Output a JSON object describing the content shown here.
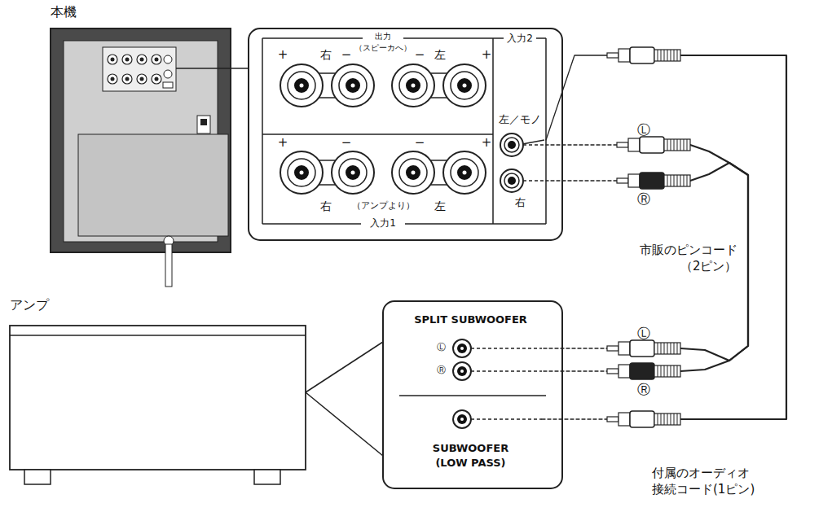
{
  "diagram": {
    "nodes": [
      {
        "text": [
          "本機"
        ]
      },
      {
        "text": [
          "出力 （スピーカへ）",
          "入力1"
        ]
      },
      {
        "text": [
          "入力2"
        ],
        "in": 1
      },
      {
        "text": [
          "左／モノ"
        ],
        "in": 2
      },
      {
        "text": [
          "右"
        ],
        "in": 2
      },
      {
        "text": [
          "アンプ"
        ]
      },
      {
        "text": [
          "SPLIT SUBWOOFER"
        ]
      },
      {
        "text": [
          "SUBWOOFER (LOW PASS)"
        ]
      }
    ],
    "edges": [
      {
        "from": 6,
        "to": 3,
        "arrow": "none"
      },
      {
        "from": 6,
        "to": 4,
        "arrow": "none"
      },
      {
        "from": 7,
        "to": 3,
        "arrow": "none"
      }
    ],
    "labels": [
      "+",
      "右",
      "−",
      "−",
      "左",
      "+",
      "+",
      "−",
      "−",
      "+",
      "右",
      "（アンプより）",
      "左",
      "Ⓛ",
      "Ⓡ",
      "市販のピンコード （2ピン）",
      "Ⓛ",
      "Ⓡ",
      "Ⓛ",
      "Ⓡ",
      "付属のオーディオ 接続コード(1ピン)"
    ]
  }
}
